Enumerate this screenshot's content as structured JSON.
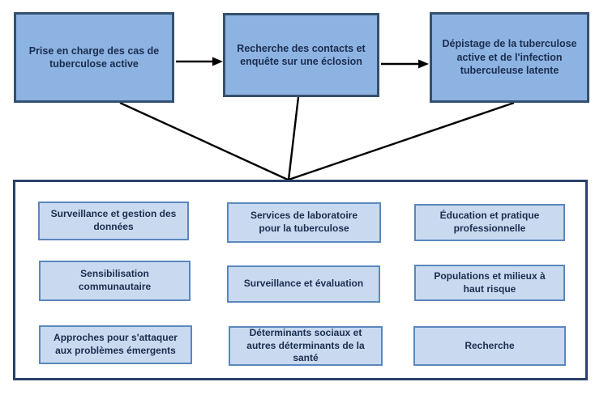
{
  "diagram": {
    "top_flow": [
      {
        "label": "Prise en charge des cas de\ntuberculose active"
      },
      {
        "label": "Recherche des contacts et\nenquête sur une éclosion"
      },
      {
        "label": "Dépistage de la tuberculose\nactive et de l'infection\ntuberculeuse latente"
      }
    ],
    "grid": [
      {
        "label": "Surveillance et gestion des\ndonnées"
      },
      {
        "label": "Services de laboratoire\npour la tuberculose"
      },
      {
        "label": "Éducation et pratique\nprofessionnelle"
      },
      {
        "label": "Sensibilisation\ncommunautaire"
      },
      {
        "label": "Surveillance et évaluation"
      },
      {
        "label": "Populations et milieux à\nhaut risque"
      },
      {
        "label": "Approches pour s'attaquer\naux problèmes émergents"
      },
      {
        "label": "Déterminants sociaux et\nautres déterminants de la\nsanté"
      },
      {
        "label": "Recherche"
      }
    ],
    "colors": {
      "top_box_fill": "#8db3e2",
      "top_box_border": "#34506e",
      "inner_box_fill": "#c9daf0",
      "inner_box_border": "#5b87be",
      "container_border": "#2a4169",
      "text_color": "#1b2d4f",
      "connector_color": "#000000"
    }
  }
}
